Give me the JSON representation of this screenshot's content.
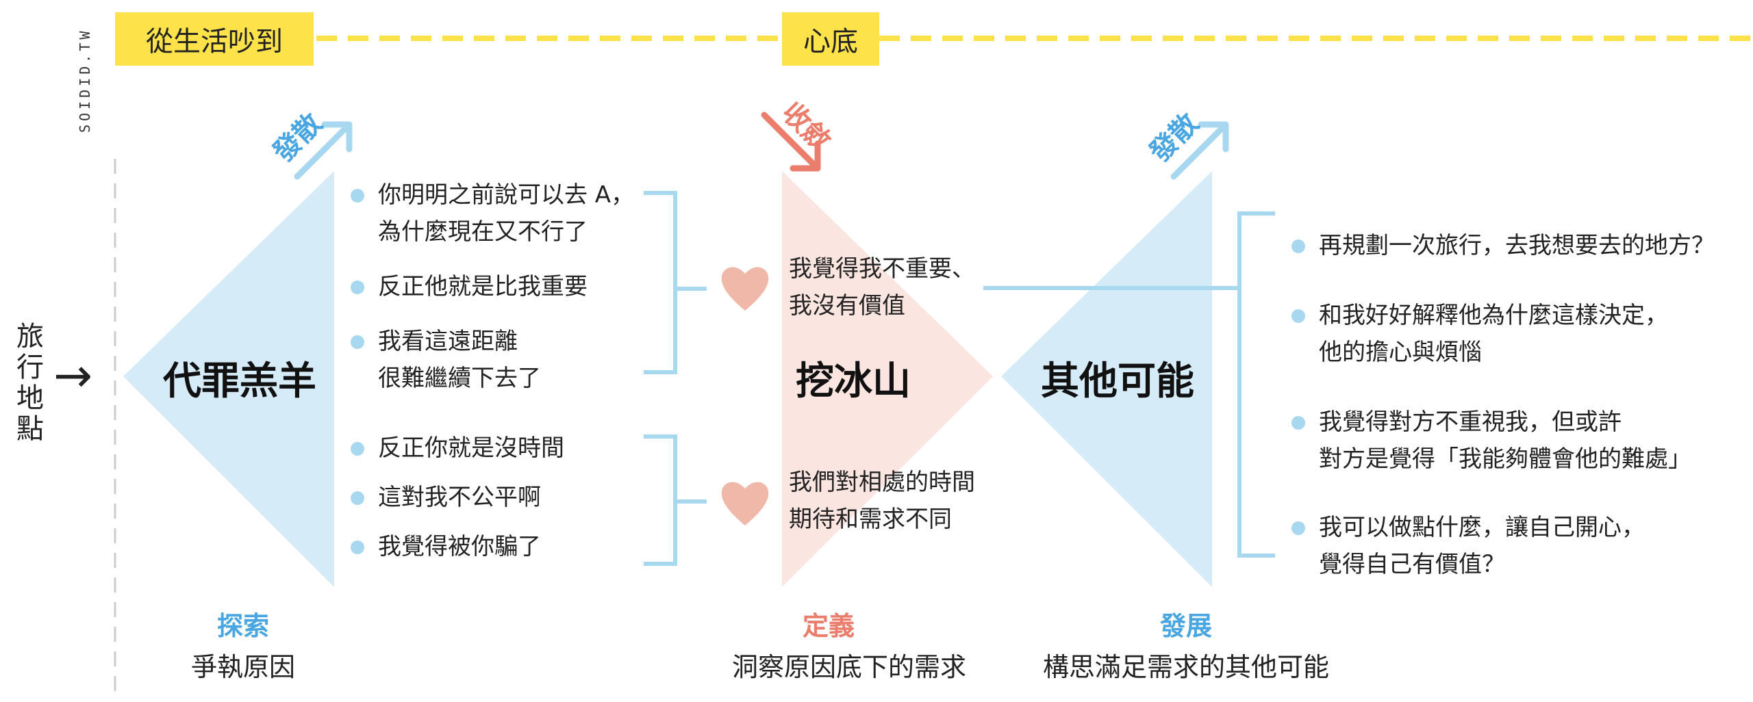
{
  "header": {
    "tag_left": "從生活吵到",
    "tag_right": "心底",
    "brand": "SOIDID.TW"
  },
  "side_label": "旅行地點",
  "colors": {
    "yellow": "#fde24a",
    "blue_triangle": "#d6ebf8",
    "pink_triangle": "#fbe5e1",
    "blue_line": "#a8d8f0",
    "blue_text": "#4aa6e0",
    "coral": "#ea7d6c",
    "heart": "#f0b8a8"
  },
  "phases": {
    "scapegoat": "代罪羔羊",
    "iceberg": "挖冰山",
    "possibilities": "其他可能"
  },
  "direction_labels": {
    "diverge_1": "發散",
    "converge": "收斂",
    "diverge_2": "發散"
  },
  "group_a": {
    "items": [
      "你明明之前說可以去 A，\n為什麼現在又不行了",
      "反正他就是比我重要",
      "我看這遠距離\n很難繼續下去了"
    ],
    "need": "我覺得我不重要、\n我沒有價值"
  },
  "group_b": {
    "items": [
      "反正你就是沒時間",
      "這對我不公平啊",
      "我覺得被你騙了"
    ],
    "need": "我們對相處的時間\n期待和需求不同"
  },
  "possibility_items": [
    "再規劃一次旅行，去我想要去的地方？",
    "和我好好解釋他為什麼這樣決定，\n他的擔心與煩惱",
    "我覺得對方不重視我，但或許\n對方是覺得「我能夠體會他的難處」",
    "我可以做點什麼，讓自己開心，\n覺得自己有價值？"
  ],
  "stages": [
    {
      "title": "探索",
      "subtitle": "爭執原因"
    },
    {
      "title": "定義",
      "subtitle": "洞察原因底下的需求"
    },
    {
      "title": "發展",
      "subtitle": "構思滿足需求的其他可能"
    }
  ]
}
